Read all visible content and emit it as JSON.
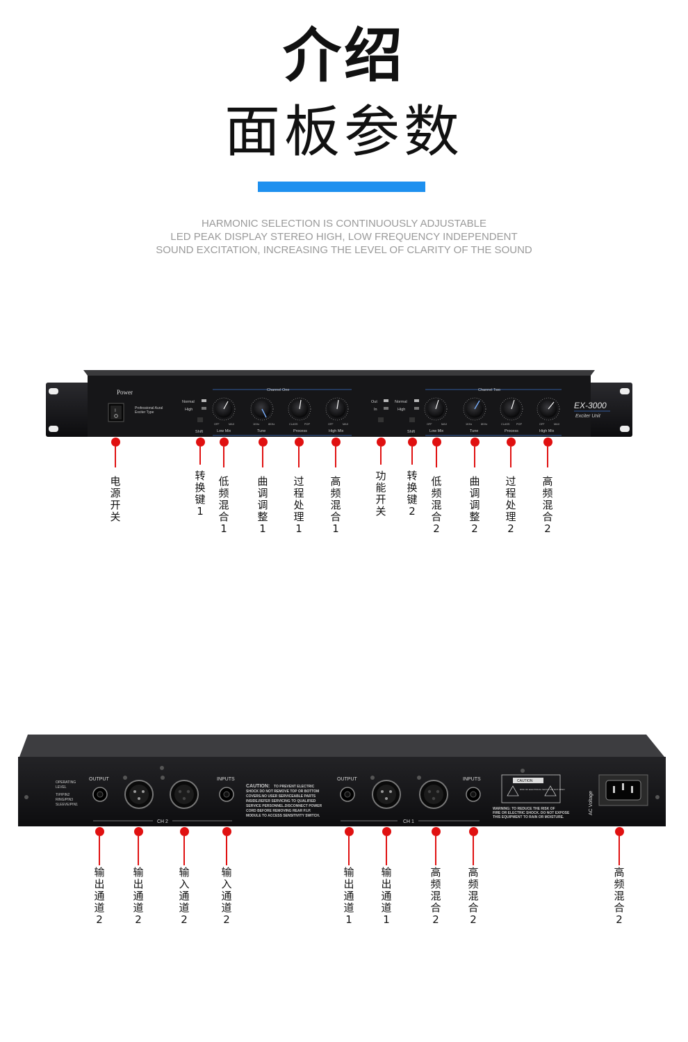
{
  "header": {
    "title": "介绍",
    "subtitle": "面板参数",
    "description": [
      "HARMONIC SELECTION IS CONTINUOUSLY ADJUSTABLE",
      "LED PEAK DISPLAY STEREO HIGH, LOW FREQUENCY INDEPENDENT",
      "SOUND EXCITATION, INCREASING THE LEVEL OF CLARITY OF THE SOUND"
    ]
  },
  "front_panel": {
    "power": "Power",
    "type_line1": "Professional Aural",
    "type_line2": "Exciter Type",
    "channel_one": "Channel One",
    "channel_two": "Channel Two",
    "normal": "Normal",
    "high": "High",
    "out": "Out",
    "in": "In",
    "shift": "Shift",
    "low_mix": "Low Mix",
    "tune": "Tune",
    "process": "Process",
    "high_mix": "High Mix",
    "off": "OFF",
    "max": "MAX",
    "khz1": "1KHz",
    "khz8": "8KHz",
    "class": "CLASS",
    "pop": "POP",
    "model": "EX-3000",
    "model_sub": "Exciter Unit"
  },
  "front_callouts": [
    {
      "label": "电源开关"
    },
    {
      "label": "转换键1"
    },
    {
      "label": "低频混合1"
    },
    {
      "label": "曲调调整1"
    },
    {
      "label": "过程处理1"
    },
    {
      "label": "高频混合1"
    },
    {
      "label": "功能开关"
    },
    {
      "label": "转换键2"
    },
    {
      "label": "低频混合2"
    },
    {
      "label": "曲调调整2"
    },
    {
      "label": "过程处理2"
    },
    {
      "label": "高频混合2"
    }
  ],
  "rear_panel": {
    "operating1": "OPERATING",
    "operating2": "LEVEL",
    "tip": "TIP/PIN2",
    "ring": "RING/PIN3",
    "sleeve": "SLEEVE/PIN1",
    "output": "OUTPUT",
    "inputs": "INPUTS",
    "ch2": "CH 2",
    "ch1": "CH 1",
    "caution_head": "CAUTION:",
    "caution_lines": [
      "TO PREVENT ELECTRIC",
      "SHOCK DO NOT REMOVE TOP OR BOTTOM",
      "COVERS.NO USER SERVICEABLE PARTS",
      "INSIDE.REFER SERVICING TO QUALIFIED",
      "SERVICE PERSONNEL.DISCONNECT POWER",
      "CORD BEFORE REMOVING REAR P.I.P.",
      "MODULE TO ACCESS SENSITIVITY SWITCH."
    ],
    "caution_box": "CAUTION",
    "caution_box_sub": "RISK OF ELECTRICAL SHOCK DO NOT OPEN",
    "warning_lines": [
      "WARNING: TO REDUCE THE RISK OF",
      "FIRE OR ELECTRIC SHOCK. DO NOT EXPOSE",
      "THIS EQUIPMENT TO RAIN OR MOISTURE."
    ],
    "ac": "AC Voltage"
  },
  "rear_callouts": [
    {
      "label": "输出通道2"
    },
    {
      "label": "输出通道2"
    },
    {
      "label": "输入通道2"
    },
    {
      "label": "输入通道2"
    },
    {
      "label": "输出通道1"
    },
    {
      "label": "输出通道1"
    },
    {
      "label": "高频混合2"
    },
    {
      "label": "高频混合2"
    },
    {
      "label": "高频混合2"
    }
  ],
  "colors": {
    "accent": "#1e90ef",
    "callout": "#e01010",
    "panel": "#1a1a1c"
  }
}
